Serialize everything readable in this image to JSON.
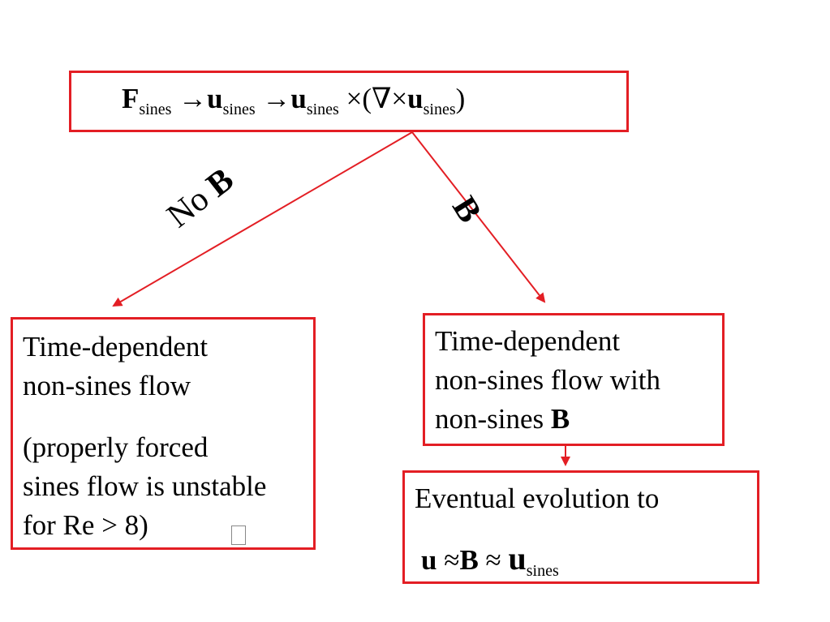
{
  "top_formula": {
    "F": "F",
    "F_sub": "sines",
    "arrow1": "→",
    "u1": "u",
    "u1_sub": "sines",
    "arrow2": "→",
    "u2": "u",
    "u2_sub": "sines",
    "times1": "×(∇×",
    "u3": "u",
    "u3_sub": "sines",
    "close": ")"
  },
  "labels": {
    "no": "No ",
    "no_b": "B",
    "b": "B"
  },
  "left_box": {
    "line1": "Time-dependent",
    "line2": "non-sines flow",
    "line3": "(properly forced",
    "line4": "sines flow is unstable",
    "line5": "for Re > 8)"
  },
  "mid_box": {
    "line1": "Time-dependent",
    "line2": "non-sines flow with",
    "line3_text": "non-sines ",
    "line3_bold": "B"
  },
  "bottom_box": {
    "line1": "Eventual evolution to",
    "u": "u",
    "approx1": " ≈",
    "B": "B",
    "approx2": " ≈ ",
    "u2": "u",
    "u2_sub": "sines"
  },
  "colors": {
    "accent": "#e31e24"
  }
}
